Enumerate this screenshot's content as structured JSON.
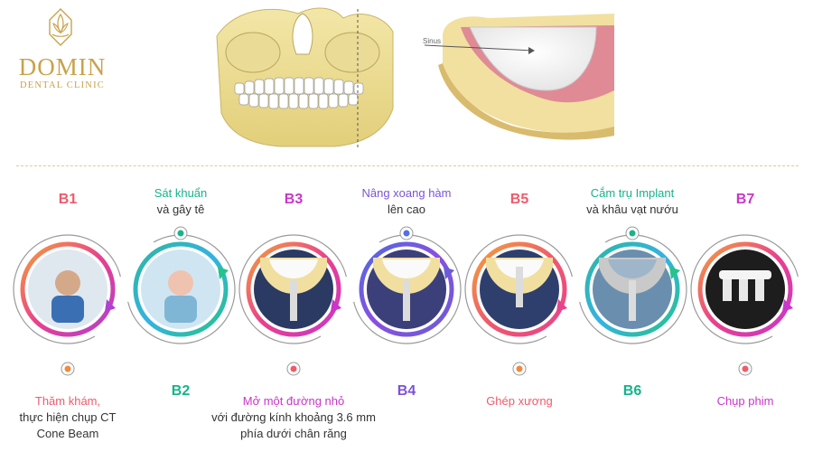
{
  "brand": {
    "name": "DOMIN",
    "subtitle": "DENTAL CLINIC",
    "gold": "#c9a24b"
  },
  "illustration": {
    "sinus_label": "Sinus"
  },
  "steps": [
    {
      "id": "B1",
      "color": "#ef5b6b",
      "lines": [
        "Thăm khám,",
        "thực hiện chụp CT",
        "Cone Beam"
      ],
      "highlight_lines": 1,
      "ring": [
        "#f4a03a",
        "#e9418c",
        "#b13fd1"
      ],
      "dot": "#f08a3c",
      "icon": "ct-scan-icon"
    },
    {
      "id": "B2",
      "color": "#17b38c",
      "lines": [
        "Sát khuẩn",
        "và gây tê"
      ],
      "highlight_lines": 1,
      "ring": [
        "#2bb7a2",
        "#36b2e0",
        "#25c38b"
      ],
      "dot": "#17b38c",
      "icon": "anesthesia-icon"
    },
    {
      "id": "B3",
      "color": "#c936c9",
      "lines": [
        "Mở một đường nhỏ",
        "với đường kính khoảng 3.6 mm",
        "phía dưới chân răng"
      ],
      "highlight_lines": 1,
      "ring": [
        "#f4a03a",
        "#e9418c",
        "#c936c9"
      ],
      "dot": "#ef5b6b",
      "icon": "incision-icon"
    },
    {
      "id": "B4",
      "color": "#7b53d9",
      "lines": [
        "Nâng xoang hàm",
        "lên cao"
      ],
      "highlight_lines": 1,
      "ring": [
        "#4f6be0",
        "#8a4fe0",
        "#6a5cd8"
      ],
      "dot": "#5570e0",
      "icon": "sinus-lift-icon"
    },
    {
      "id": "B5",
      "color": "#ef5b6b",
      "lines": [
        "Ghép xương"
      ],
      "highlight_lines": 1,
      "ring": [
        "#f4a03a",
        "#ef5b6b",
        "#e9418c"
      ],
      "dot": "#f08a3c",
      "icon": "bone-graft-icon"
    },
    {
      "id": "B6",
      "color": "#17b38c",
      "lines": [
        "Cắm trụ Implant",
        "và khâu vạt nướu"
      ],
      "highlight_lines": 1,
      "ring": [
        "#2bb7a2",
        "#36b2e0",
        "#25c38b"
      ],
      "dot": "#17b38c",
      "icon": "implant-icon"
    },
    {
      "id": "B7",
      "color": "#c936c9",
      "lines": [
        "Chụp phim"
      ],
      "highlight_lines": 1,
      "ring": [
        "#f4a03a",
        "#e9418c",
        "#c936c9"
      ],
      "dot": "#ef5b6b",
      "icon": "xray-icon"
    }
  ]
}
